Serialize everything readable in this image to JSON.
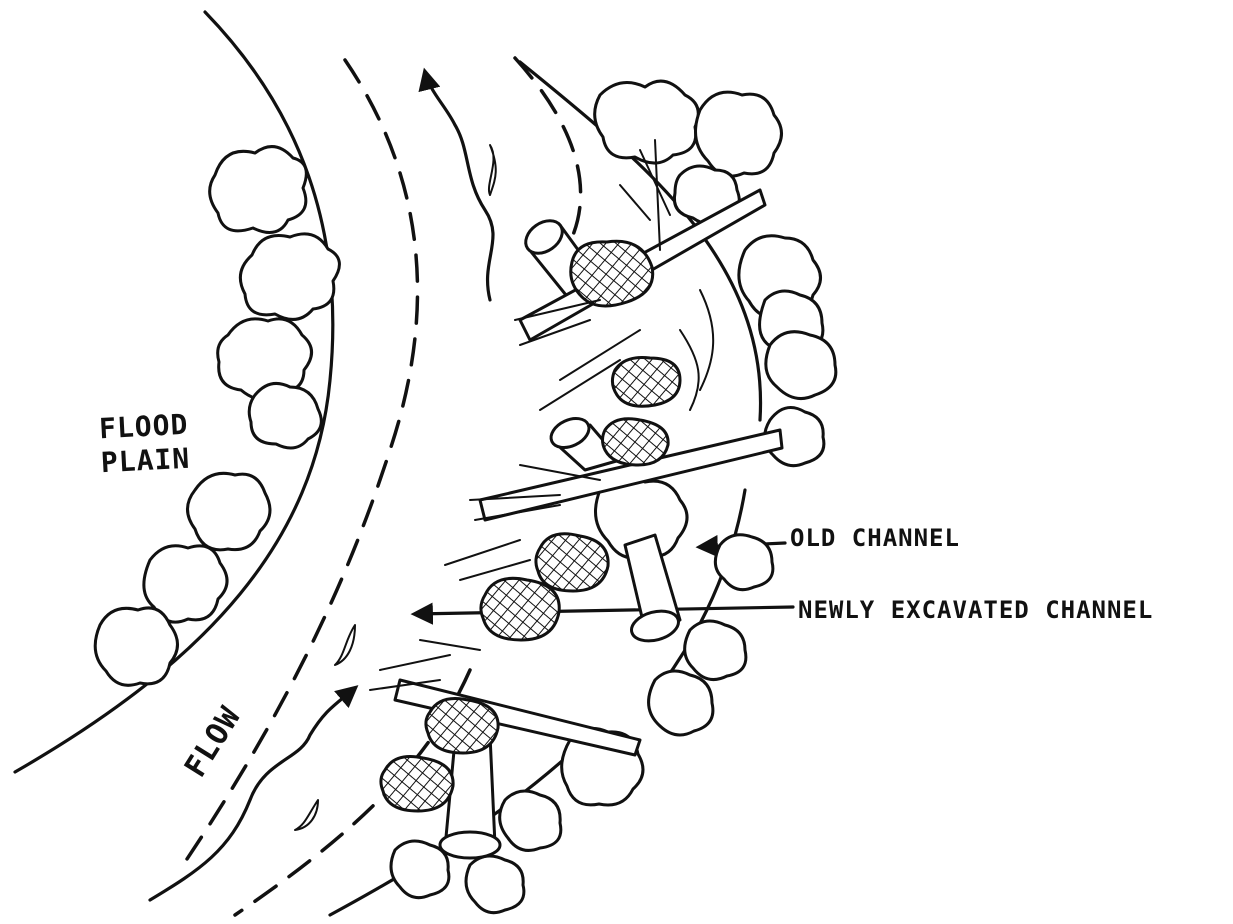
{
  "labels": {
    "flood_plain": "FLOOD\nPLAIN",
    "flow": "FLOW",
    "old_channel": "OLD CHANNEL",
    "newly_excavated_channel": "NEWLY EXCAVATED CHANNEL"
  },
  "style": {
    "ink_color": "#111111",
    "background": "#ffffff",
    "medium": "black-ink line sketch"
  }
}
